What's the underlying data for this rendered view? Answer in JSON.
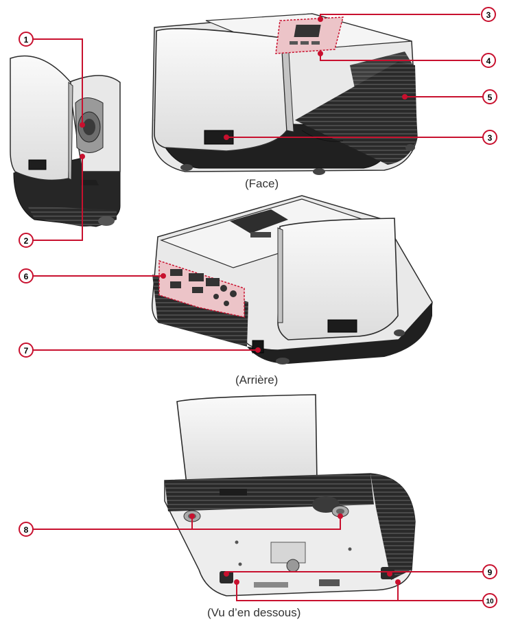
{
  "colors": {
    "callout": "#c8102e",
    "device_body": "#f4f4f4",
    "device_outline": "#2b2b2b",
    "device_dark": "#1e1e1e",
    "highlight_fill": "#ecc4c8"
  },
  "captions": {
    "front": "(Face)",
    "rear": "(Arrière)",
    "bottom": "(Vu d’en dessous)"
  },
  "callouts": [
    {
      "id": "c1",
      "label": "1"
    },
    {
      "id": "c2",
      "label": "2"
    },
    {
      "id": "c3a",
      "label": "3"
    },
    {
      "id": "c4",
      "label": "4"
    },
    {
      "id": "c5",
      "label": "5"
    },
    {
      "id": "c3b",
      "label": "3"
    },
    {
      "id": "c6",
      "label": "6"
    },
    {
      "id": "c7",
      "label": "7"
    },
    {
      "id": "c8",
      "label": "8"
    },
    {
      "id": "c9",
      "label": "9"
    },
    {
      "id": "c10",
      "label": "10"
    }
  ]
}
